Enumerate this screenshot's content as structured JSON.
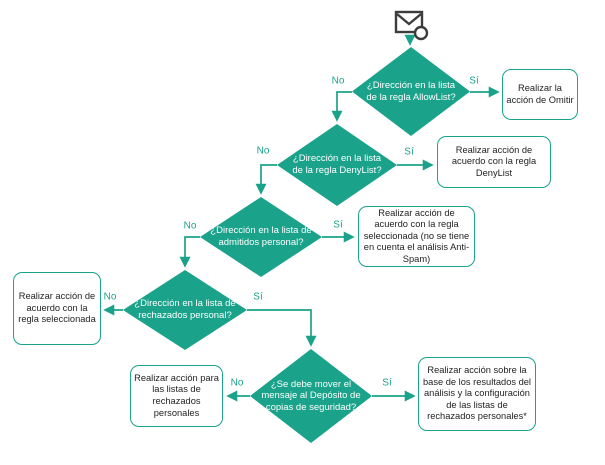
{
  "colors": {
    "accent": "#1AA28A",
    "icon": "#3C3C3C",
    "text": "#1F1F1F",
    "background": "#FFFFFF"
  },
  "edge_labels": {
    "yes": "Sí",
    "no": "No"
  },
  "icon": {
    "name": "email-message-icon"
  },
  "decisions": [
    {
      "id": "allowlist",
      "label": "¿Dirección en la lista de la regla AllowList?"
    },
    {
      "id": "denylist",
      "label": "¿Dirección en la lista de la regla DenyList?"
    },
    {
      "id": "personal-allow",
      "label": "¿Dirección en la lista de admitidos personal?"
    },
    {
      "id": "personal-deny",
      "label": "¿Dirección en la lista de rechazados personal?"
    },
    {
      "id": "backup-storage",
      "label": "¿Se debe mover el mensaje al Depósito de copias de seguridad?"
    }
  ],
  "actions": [
    {
      "id": "skip",
      "label": "Realizar la acción de Omitir"
    },
    {
      "id": "denylist-rule",
      "label": "Realizar acción de acuerdo con la regla DenyList"
    },
    {
      "id": "selected-rule-no-antispam",
      "label": "Realizar acción de acuerdo con la regla seleccionada (no se tiene en cuenta el análisis Anti-Spam)"
    },
    {
      "id": "selected-rule",
      "label": "Realizar acción de acuerdo con la regla seleccionada"
    },
    {
      "id": "personal-deny-lists",
      "label": "Realizar acción para las listas de rechazados personales"
    },
    {
      "id": "analysis-and-config",
      "label": "Realizar acción sobre la base de los resultados del análisis y la configuración de las listas de rechazados personales*"
    }
  ]
}
